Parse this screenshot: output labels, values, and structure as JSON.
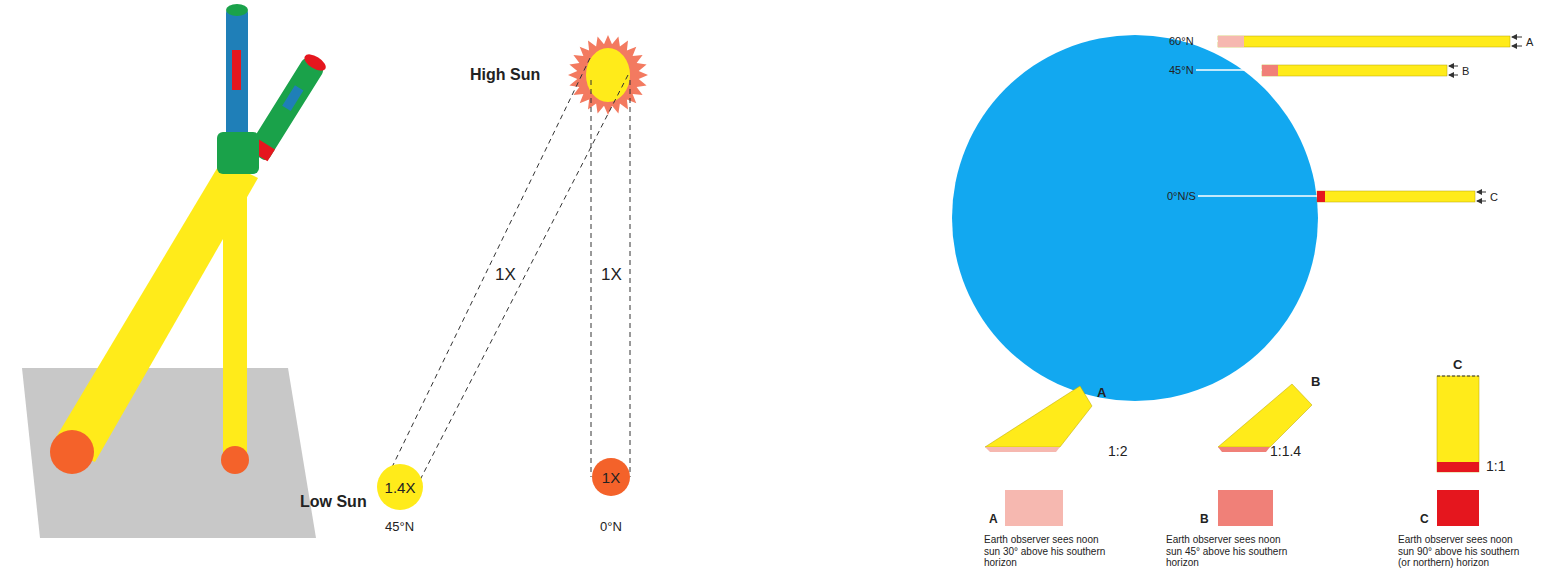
{
  "diagram": {
    "nodes": [
      {
        "text": [
          "1.4X"
        ]
      },
      {
        "text": [
          "1X"
        ]
      }
    ],
    "labels": [
      "High Sun",
      "1X",
      "1X",
      "Low Sun",
      "45°N",
      "0°N",
      "60°N",
      "45°N",
      "0°N/S",
      "A",
      "B",
      "C",
      "A",
      "B",
      "C",
      "1:2",
      "1:1.4",
      "1:1",
      "A",
      "B",
      "C",
      "Earth observer sees noon sun 30° above his southern horizon",
      "Earth observer sees noon sun 45° above his southern horizon",
      "Earth observer sees noon sun 90° above his southern (or northern) horizon"
    ]
  }
}
